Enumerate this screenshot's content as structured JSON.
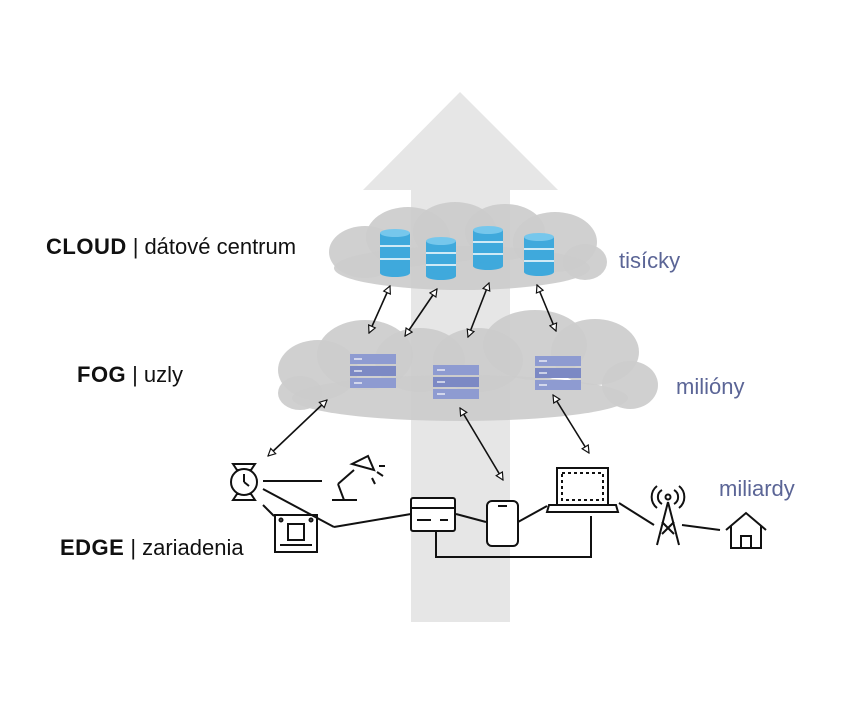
{
  "layers": {
    "cloud": {
      "keyword": "CLOUD",
      "separator": "|",
      "description": "dátové centrum",
      "count": "tisícky"
    },
    "fog": {
      "keyword": "FOG",
      "separator": "|",
      "description": "uzly",
      "count": "milióny"
    },
    "edge": {
      "keyword": "EDGE",
      "separator": "|",
      "description": "zariadenia",
      "count": "miliardy"
    }
  },
  "colors": {
    "big_arrow": "#e6e6e6",
    "cloud_fill": "#cccccc",
    "database": "#3fa9dc",
    "server": "#8e9bd1",
    "count_text": "#5b6596",
    "line": "#111111"
  },
  "icons": {
    "cloud_layer": [
      "database-icon",
      "database-icon",
      "database-icon",
      "database-icon"
    ],
    "fog_layer": [
      "server-rack-icon",
      "server-rack-icon",
      "server-rack-icon"
    ],
    "edge_layer": [
      "smartwatch-icon",
      "desk-lamp-icon",
      "microchip-icon",
      "card-reader-icon",
      "smartphone-icon",
      "laptop-icon",
      "cell-tower-icon",
      "house-icon"
    ]
  }
}
